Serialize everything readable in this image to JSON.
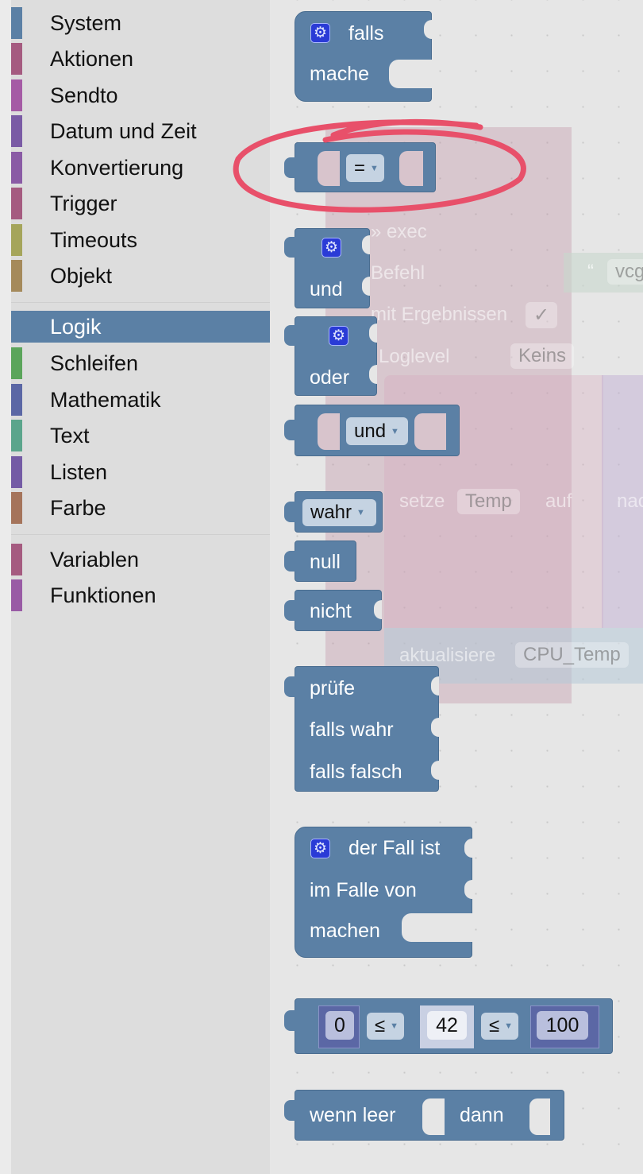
{
  "colors": {
    "block": "#5b80a5",
    "selected": "#5b80a5",
    "annotation": "#e8506a"
  },
  "sidebar": {
    "items": [
      {
        "label": "System",
        "color": "#5b80a5"
      },
      {
        "label": "Aktionen",
        "color": "#a55b80"
      },
      {
        "label": "Sendto",
        "color": "#a55ba5"
      },
      {
        "label": "Datum und Zeit",
        "color": "#7a5ba5"
      },
      {
        "label": "Konvertierung",
        "color": "#8a5ba5"
      },
      {
        "label": "Trigger",
        "color": "#a55b80"
      },
      {
        "label": "Timeouts",
        "color": "#a5a55b"
      },
      {
        "label": "Objekt",
        "color": "#a58a5b"
      },
      {
        "label": "Logik",
        "color": "#5b80a5"
      },
      {
        "label": "Schleifen",
        "color": "#5ba55b"
      },
      {
        "label": "Mathematik",
        "color": "#5b67a5"
      },
      {
        "label": "Text",
        "color": "#5ba58c"
      },
      {
        "label": "Listen",
        "color": "#745ba5"
      },
      {
        "label": "Farbe",
        "color": "#a5745b"
      },
      {
        "label": "Variablen",
        "color": "#a55b80"
      },
      {
        "label": "Funktionen",
        "color": "#995ba5"
      }
    ]
  },
  "blocks": {
    "if": {
      "falls": "falls",
      "mache": "mache"
    },
    "compare": {
      "op": "="
    },
    "and_mut": {
      "label": "und"
    },
    "or_mut": {
      "label": "oder"
    },
    "logic_op": {
      "op": "und"
    },
    "boolean": {
      "value": "wahr"
    },
    "null": {
      "label": "null"
    },
    "negate": {
      "label": "nicht"
    },
    "ternary": {
      "l1": "prüfe",
      "l2": "falls wahr",
      "l3": "falls falsch"
    },
    "switch": {
      "l1": "der Fall ist",
      "l2": "im Falle von",
      "l3": "machen"
    },
    "between": {
      "min": "0",
      "op1": "≤",
      "value": "42",
      "op2": "≤",
      "max": "100"
    },
    "ifempty": {
      "l1": "wenn leer",
      "l2": "dann"
    }
  },
  "background": {
    "exec": "» exec",
    "befehl": "Befehl",
    "string": "vcg",
    "ergebnis": "mit Ergebnissen",
    "check": "✓",
    "loglevel": "Loglevel",
    "keins": "Keins",
    "setze": "setze",
    "temp": "Temp",
    "auf": "auf",
    "nac": "nac",
    "aktualisiere": "aktualisiere",
    "cpu": "CPU_Temp"
  }
}
